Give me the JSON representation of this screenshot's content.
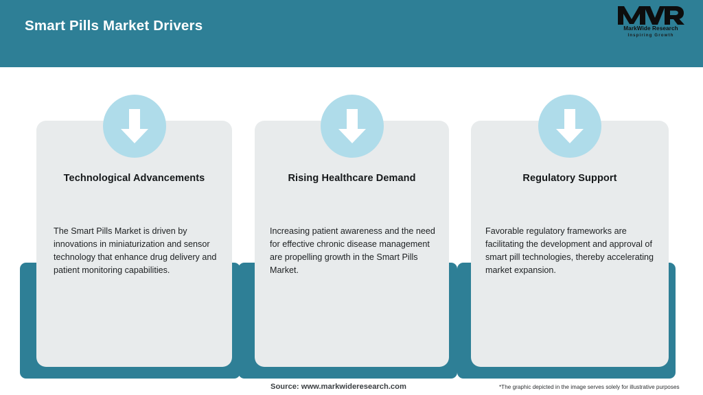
{
  "header": {
    "title": "Smart Pills Market Drivers",
    "background_color": "#2E7F96",
    "title_color": "#FFFFFF",
    "logo": {
      "mark": "MWR",
      "name": "MarkWide Research",
      "tagline": "Inspiring Growth"
    }
  },
  "cards": [
    {
      "icon": "down-arrow-icon",
      "title": "Technological Advancements",
      "body": "The Smart Pills Market is driven by innovations in miniaturization and sensor technology that enhance drug delivery and patient monitoring capabilities."
    },
    {
      "icon": "down-arrow-icon",
      "title": "Rising Healthcare Demand",
      "body": "Increasing patient awareness and the need for effective chronic disease management are propelling growth in the Smart Pills Market."
    },
    {
      "icon": "down-arrow-icon",
      "title": "Regulatory Support",
      "body": "Favorable regulatory frameworks are facilitating the development and approval of smart pill technologies, thereby accelerating market expansion."
    }
  ],
  "footer": {
    "source": "Source: www.markwideresearch.com",
    "disclaimer": "*The graphic depicted in the image serves solely for illustrative purposes"
  },
  "colors": {
    "accent_teal": "#2E7F96",
    "card_gray": "#E8EBEC",
    "icon_circle_blue": "#AFDCEA",
    "page_background": "#FFFFFF"
  }
}
